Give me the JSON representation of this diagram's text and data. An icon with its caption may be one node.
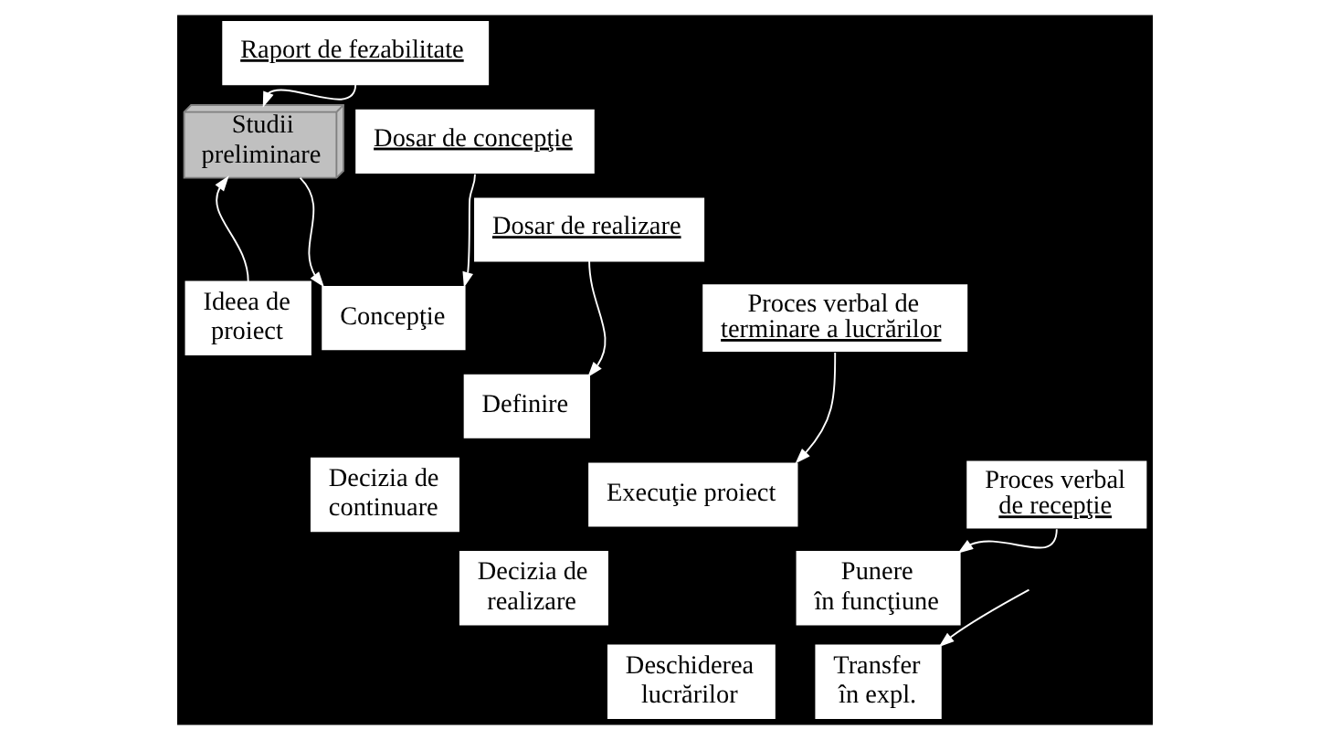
{
  "diagram": {
    "nodes": [
      {
        "text": [
          "Raport de fezabilitate"
        ]
      },
      {
        "text": [
          "Studii preliminare"
        ]
      },
      {
        "text": [
          "Dosar de concepţie"
        ]
      },
      {
        "text": [
          "Dosar de realizare"
        ]
      },
      {
        "text": [
          "Ideea de proiect"
        ]
      },
      {
        "text": [
          "Concepţie"
        ]
      },
      {
        "text": [
          "Definire"
        ]
      },
      {
        "text": [
          "Proces verbal de terminare a lucrărilor"
        ]
      },
      {
        "text": [
          "Decizia de continuare"
        ]
      },
      {
        "text": [
          "Proces verbal de recepţie"
        ]
      },
      {
        "text": [
          "Execuţie proiect"
        ]
      },
      {
        "text": [
          "Decizia de realizare"
        ]
      },
      {
        "text": [
          "Punere în funcţiune"
        ]
      },
      {
        "text": [
          "Deschiderea lucrărilor"
        ]
      },
      {
        "text": [
          "Transfer în expl."
        ]
      }
    ],
    "edges": [
      {
        "from": 0,
        "to": 1,
        "arrow": "to"
      },
      {
        "from": 4,
        "to": 1,
        "arrow": "to"
      },
      {
        "from": 1,
        "to": 5,
        "arrow": "to"
      },
      {
        "from": 2,
        "to": 5,
        "arrow": "to"
      },
      {
        "from": 3,
        "to": 6,
        "arrow": "to"
      },
      {
        "from": 7,
        "to": 10,
        "arrow": "to"
      },
      {
        "from": 9,
        "to": 12,
        "arrow": "to"
      },
      {
        "from": null,
        "to": 14,
        "arrow": "to"
      }
    ]
  }
}
